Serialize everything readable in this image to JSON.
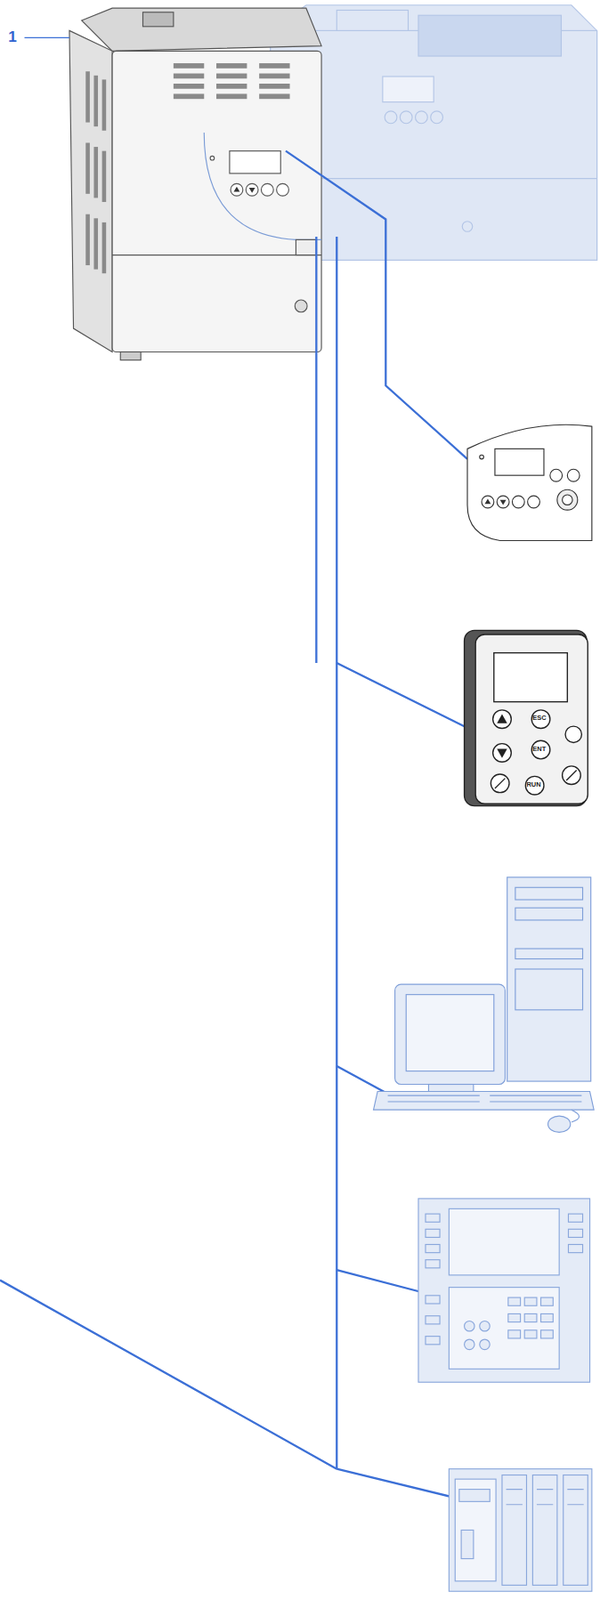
{
  "diagram": {
    "labels": [
      "1",
      "ESC",
      "ENT",
      "RUN"
    ]
  }
}
